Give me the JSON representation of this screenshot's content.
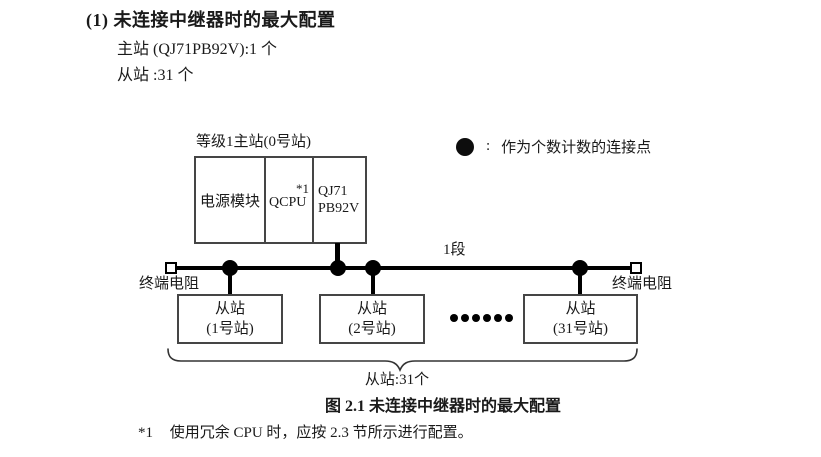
{
  "page": {
    "heading": "(1) 未连接中继器时的最大配置",
    "master_count": "主站 (QJ71PB92V):1 个",
    "slave_count": "从站 :31 个",
    "figure_caption": "图 2.1 未连接中继器时的最大配置",
    "footnote_marker": "*1",
    "footnote_text": "使用冗余 CPU 时，应按 2.3 节所示进行配置。"
  },
  "diagram": {
    "master_label": "等级1主站(0号站)",
    "modules": {
      "power": "电源模块",
      "cpu": "QCPU",
      "cpu_note": "*1",
      "pb_line1": "QJ71",
      "pb_line2": "PB92V"
    },
    "legend": {
      "separator": ":",
      "text": "作为个数计数的连接点"
    },
    "segment_label": "1段",
    "terminator_left_label": "终端电阻",
    "terminator_right_label": "终端电阻",
    "slaves": [
      {
        "name": "从站",
        "station": "(1号站)"
      },
      {
        "name": "从站",
        "station": "(2号站)"
      },
      {
        "name": "从站",
        "station": "(31号站)"
      }
    ],
    "brace_label": "从站:31个",
    "colors": {
      "line": "#000000",
      "box_border": "#454545",
      "text": "#1a1a1a"
    }
  }
}
